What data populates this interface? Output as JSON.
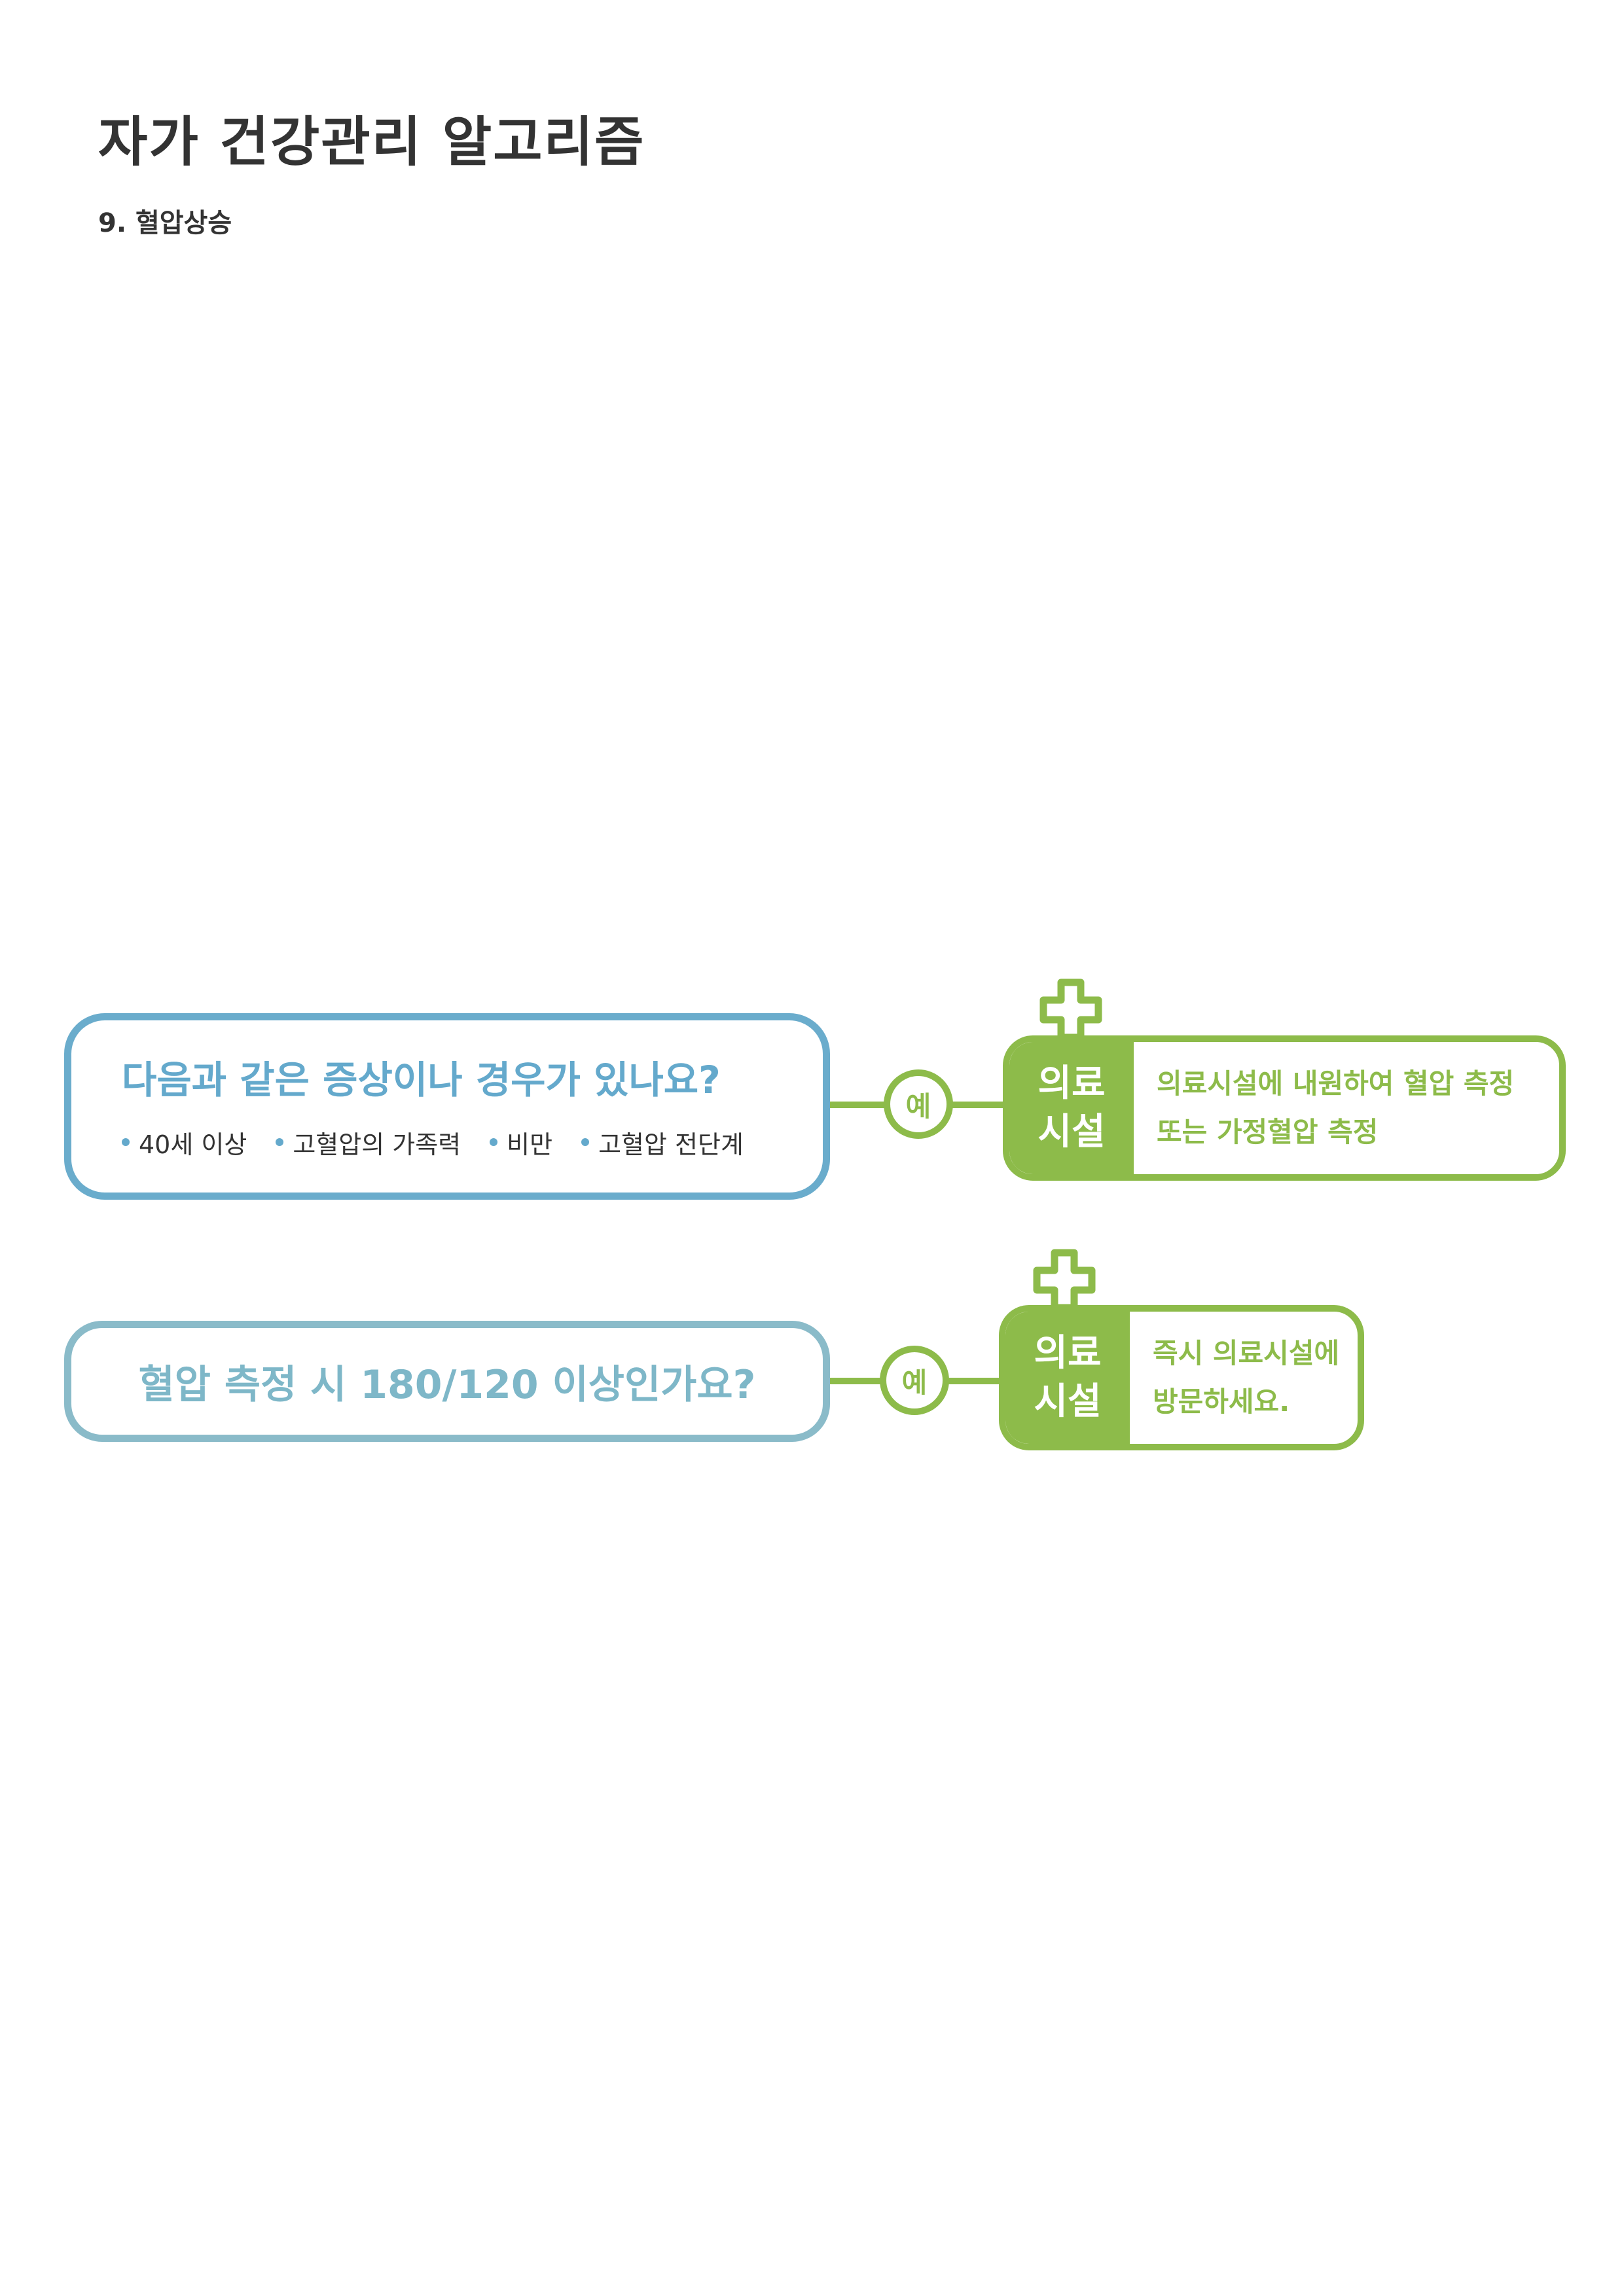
{
  "header": {
    "title": "자가 건강관리 알고리즘",
    "subtitle": "9. 혈압상승"
  },
  "flow": [
    {
      "question": "다음과 같은 증상이나 경우가 있나요?",
      "bullets": [
        "40세 이상",
        "고혈압의 가족력",
        "비만",
        "고혈압 전단계"
      ],
      "answer": "예",
      "result": {
        "label_line1": "의료",
        "label_line2": "시설",
        "text_line1": "의료시설에 내원하여 혈압 측정",
        "text_line2": "또는 가정혈압 측정"
      }
    },
    {
      "question": "혈압 측정 시 180/120 이상인가요?",
      "answer": "예",
      "result": {
        "label_line1": "의료",
        "label_line2": "시설",
        "text_line1": "즉시 의료시설에",
        "text_line2": "방문하세요."
      }
    }
  ],
  "colors": {
    "blue": "#6aaccc",
    "light_blue": "#8abbc9",
    "green": "#8dbb4a",
    "text_dark": "#333333"
  },
  "icons": [
    "plus-icon",
    "bullet-dot-icon"
  ]
}
